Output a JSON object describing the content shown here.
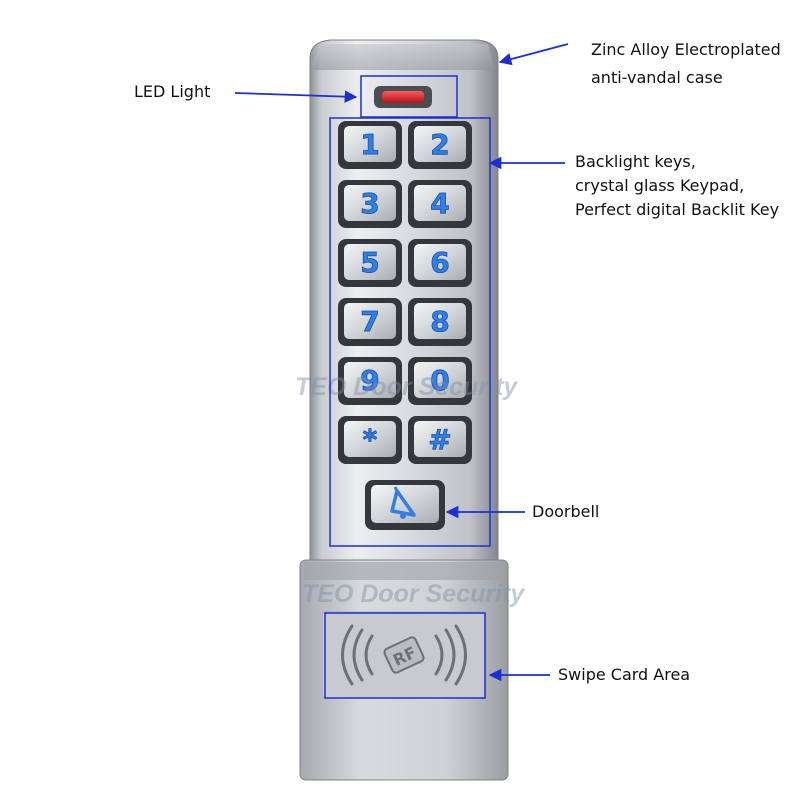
{
  "callouts": {
    "case": {
      "line1": "Zinc Alloy Electroplated",
      "line2": "anti-vandal case"
    },
    "led": {
      "label": "LED Light"
    },
    "backlight": {
      "line1": "Backlight keys,",
      "line2": "crystal glass Keypad,",
      "line3": "Perfect digital Backlit Key"
    },
    "doorbell": {
      "label": "Doorbell"
    },
    "swipe": {
      "label": "Swipe Card Area"
    }
  },
  "keypad": {
    "keys": [
      "1",
      "2",
      "3",
      "4",
      "5",
      "6",
      "7",
      "8",
      "9",
      "0",
      "*",
      "#"
    ],
    "doorbell_icon": "bell-icon"
  },
  "card_area": {
    "badge": "RF",
    "icon": "contactless-wave-icon"
  },
  "watermark": "TEO Door Security",
  "colors": {
    "annotation_blue": "#1a2fd6",
    "key_blue": "#2f7fe8",
    "led_red": "#e3262b",
    "metal_light": "#e6e8eb",
    "metal_dark": "#8d9197"
  }
}
